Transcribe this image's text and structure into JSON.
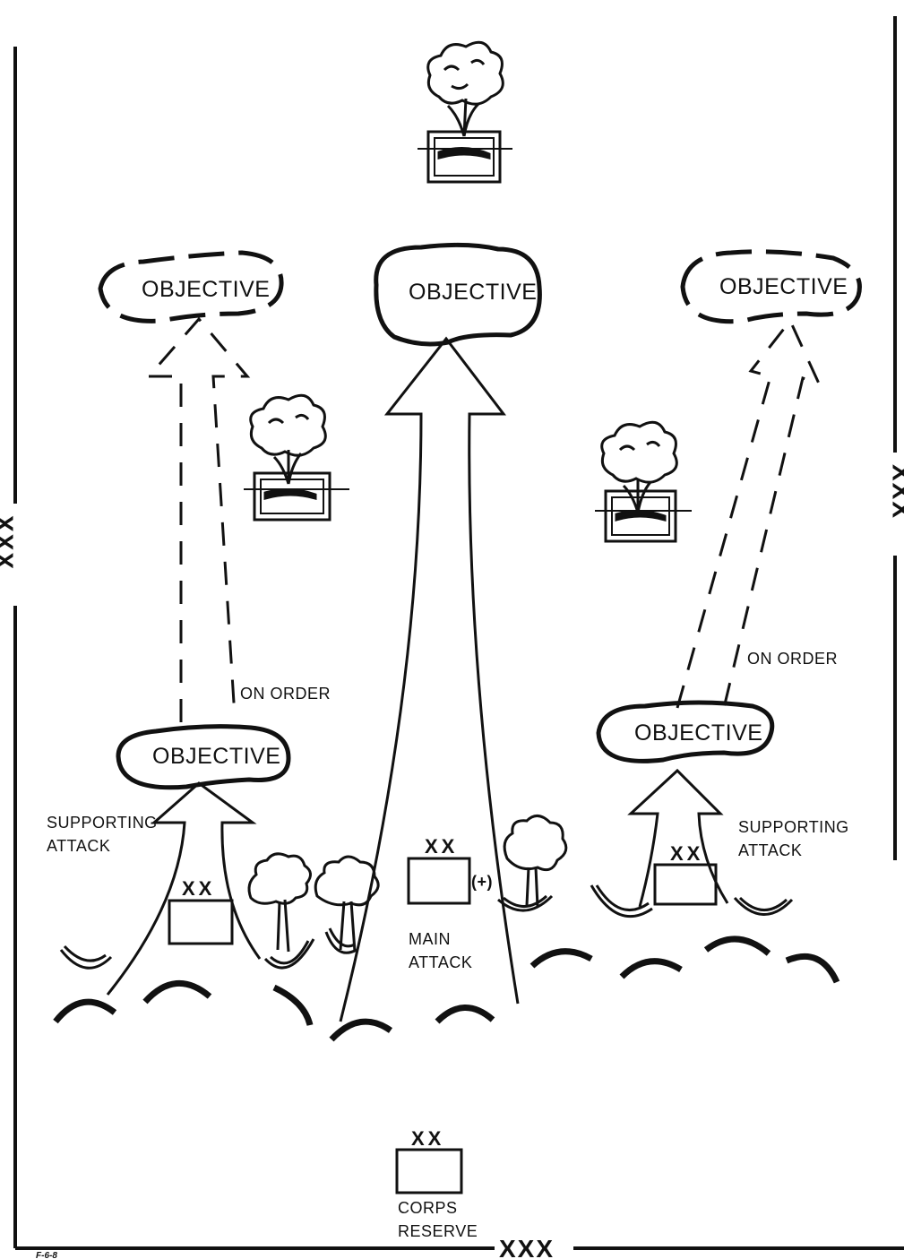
{
  "objectives": {
    "center_top": "OBJECTIVE",
    "left_top": "OBJECTIVE",
    "right_top": "OBJECTIVE",
    "left_lower": "OBJECTIVE",
    "right_lower": "OBJECTIVE"
  },
  "labels": {
    "on_order_left": "ON ORDER",
    "on_order_right": "ON ORDER",
    "supporting_attack_left_1": "SUPPORTING",
    "supporting_attack_left_2": "ATTACK",
    "supporting_attack_right_1": "SUPPORTING",
    "supporting_attack_right_2": "ATTACK",
    "main_attack_1": "MAIN",
    "main_attack_2": "ATTACK",
    "reinforced": "(+)",
    "corps_reserve_1": "CORPS",
    "corps_reserve_2": "RESERVE"
  },
  "unit_echelon": {
    "left": "XX",
    "center": "XX",
    "right": "XX",
    "reserve": "XX"
  },
  "boundaries": {
    "left": "XXX",
    "right": "XXX",
    "bottom": "XXX"
  },
  "footnote": "F-6-8"
}
